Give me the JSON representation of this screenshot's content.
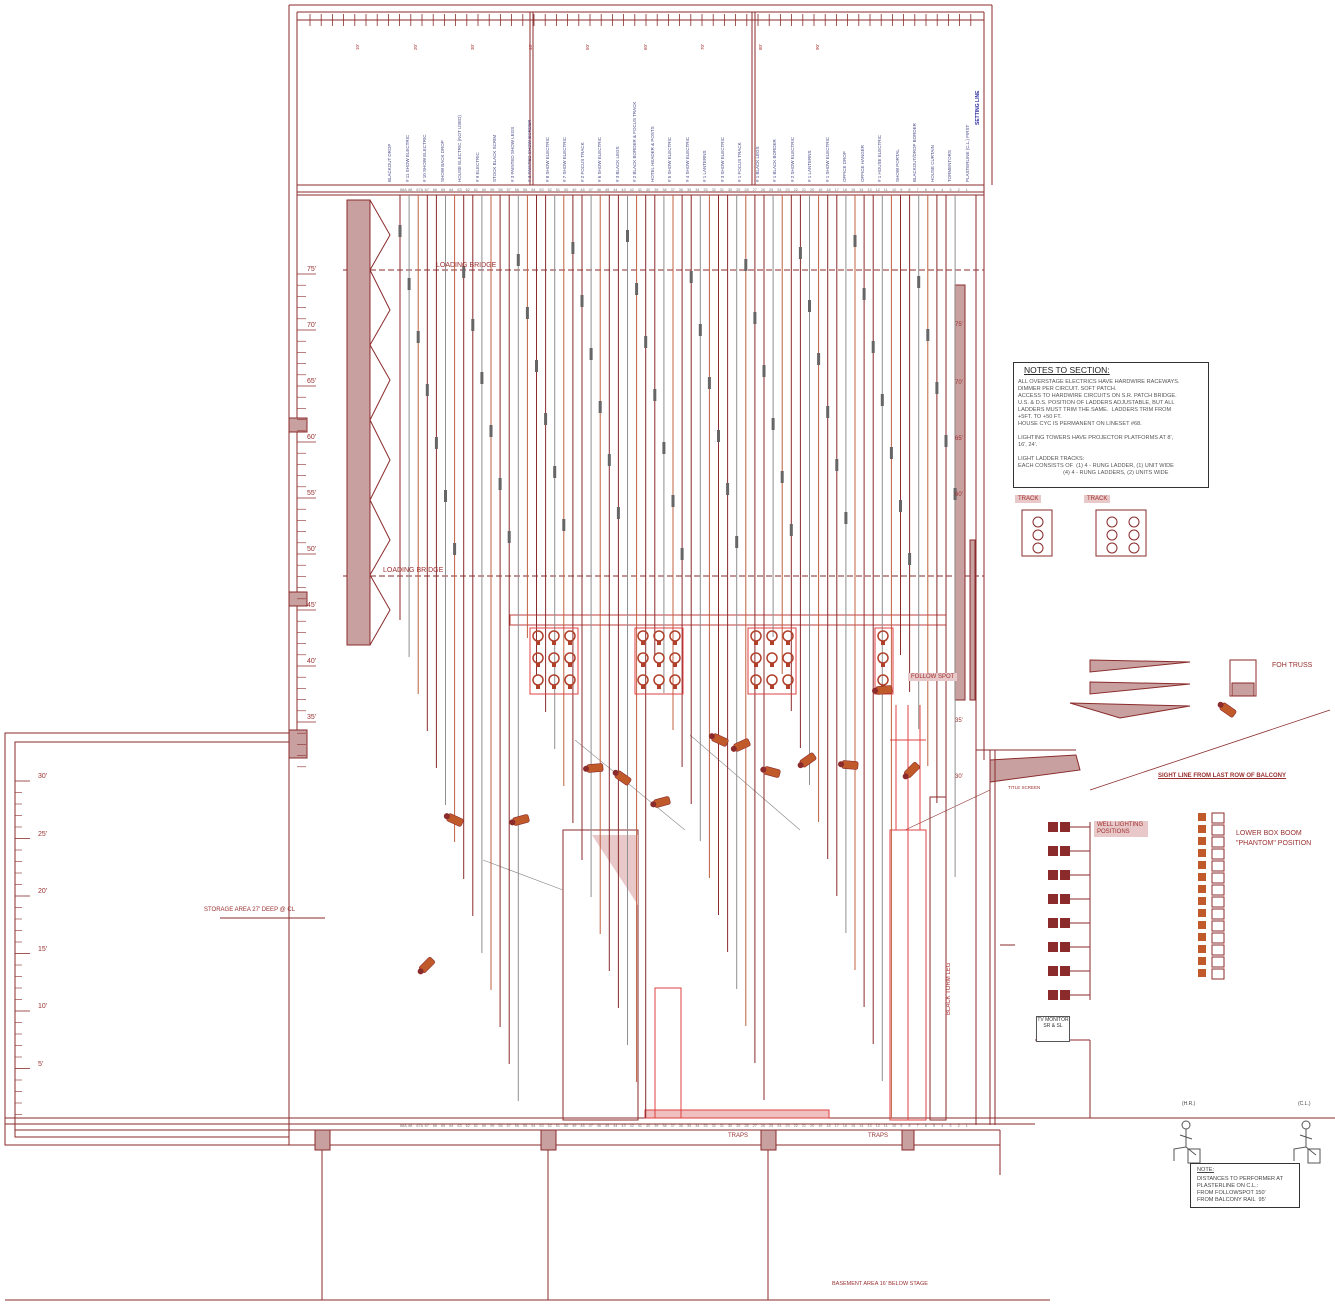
{
  "drawing": {
    "notes_title": "NOTES TO SECTION:",
    "notes_lines": [
      "ALL OVERSTAGE ELECTRICS HAVE HARDWIRE RACEWAYS.",
      "DIMMER PER CIRCUIT. SOFT PATCH.",
      "ACCESS TO HARDWIRE CIRCUITS ON S.R. PATCH BRIDGE.",
      "U.S. & D.S. POSITION OF LADDERS ADJUSTABLE, BUT ALL",
      "LADDERS MUST TRIM THE SAME.  LADDERS TRIM FROM",
      "+5FT. TO +50 FT.",
      "HOUSE CYC IS PERMANENT ON LINESET #68.",
      "",
      "LIGHTING TOWERS HAVE PROJECTOR PLATFORMS AT 8',",
      "16', 24'.",
      "",
      "LIGHT LADDER TRACKS:",
      "EACH CONSISTS OF  (1) 4 - RUNG LADDER, (1) UNIT WIDE",
      "                             (4) 4 - RUNG LADDERS, (2) UNITS WIDE"
    ],
    "track_label": "TRACK",
    "loading_bridge": "LOADING BRIDGE",
    "storage_area": "STORAGE AREA 27' DEEP @ CL",
    "basement_area": "BASEMENT AREA 16' BELOW STAGE",
    "traps": "TRAPS",
    "foh_truss": "FOH TRUSS",
    "sight_line": "SIGHT LINE FROM LAST ROW OF BALCONY",
    "well_lighting": "WELL LIGHTING POSITIONS",
    "lower_box_boom": "LOWER BOX BOOM",
    "phantom_position": "\"PHANTOM\" POSITION",
    "follow_spot": "FOLLOW SPOT",
    "title_screen": "TITLE SCREEN",
    "tv_monitor": "TV MONITOR SR & SL",
    "black_torm_leg": "BLACK TORM LEG",
    "setting_line": "SETTING LINE",
    "hr_label": "(H.R.)",
    "cl_label": "(C.L.)",
    "note_title": "NOTE:",
    "note_lines": [
      "DISTANCES TO PERFORMER AT",
      "PLASTERLINE ON C.L.:",
      "FROM FOLLOWSPOT 150'",
      "FROM BALCONY RAIL  95'"
    ],
    "height_marks": [
      "75'",
      "70'",
      "65'",
      "60'",
      "55'",
      "50'",
      "45'",
      "40'",
      "35'"
    ],
    "lower_height_marks": [
      "30'",
      "25'",
      "20'",
      "15'",
      "10'",
      "5'"
    ],
    "right_height_marks": [
      "75'",
      "70'",
      "65'",
      "60'",
      "35'",
      "30'"
    ],
    "lineset_labels": [
      "BLACKOUT DROP",
      "# 11 SHOW ELECTRIC",
      "# 10 SHOW ELECTRIC",
      "SHOW BACK DROP",
      "HOUSE ELECTRIC (NOT USED)",
      "# 9 ELECTRIC",
      "STOCK BLACK SCRIM",
      "# 3 PAINTED SHOW LEGS",
      "# 3 PAINTED SHOW BORDER",
      "# 8 SHOW ELECTRIC",
      "# 7 SHOW ELECTRIC",
      "# 2 FOCUS TRACK",
      "# 6 SHOW ELECTRIC",
      "# 3 BLACK LEGS",
      "# 2 BLACK BORDER & FOCUS TRACK",
      "HOTEL HEADER & POSTS",
      "# 5 SHOW ELECTRIC",
      "# 4 SHOW ELECTRIC",
      "# 1 LANTERNS",
      "# 3 SHOW ELECTRIC",
      "# 1 FOCUS TRACK",
      "# 1 BLACK LEGS",
      "# 1 BLACK BORDER",
      "# 2 SHOW ELECTRIC",
      "# 1 LANTERNS",
      "# 1 SHOW ELECTRIC",
      "OFFICE DROP",
      "OFFICE HANGER",
      "# 1 HOUSE ELECTRIC",
      "SHOW PORTAL",
      "BLACKOUT/DROP BORDER",
      "HOUSE CURTAIN",
      "TORMENTORS",
      "PLASTERLINE (C.L.) FIRST"
    ],
    "lineset_numbers": [
      "68A",
      "68",
      "67A",
      "67",
      "66",
      "65",
      "64",
      "63",
      "62",
      "61",
      "60",
      "59",
      "58",
      "57",
      "56",
      "55",
      "54",
      "53",
      "52",
      "51",
      "50",
      "49",
      "48",
      "47",
      "46",
      "45",
      "44",
      "43",
      "42",
      "41",
      "40",
      "39",
      "38",
      "37",
      "36",
      "35",
      "34",
      "33",
      "32",
      "31",
      "30",
      "29",
      "28",
      "27",
      "26",
      "25",
      "24",
      "23",
      "22",
      "21",
      "20",
      "19",
      "18",
      "17",
      "16",
      "15",
      "14",
      "13",
      "12",
      "11",
      "10",
      "9",
      "8",
      "7",
      "6",
      "5",
      "4",
      "3",
      "2",
      "1"
    ],
    "top_scale_marks": [
      "10'",
      "20'",
      "30'",
      "40'",
      "50'",
      "60'",
      "70'",
      "80'",
      "90'"
    ],
    "colors": {
      "line": "#8b2b2b",
      "accent": "#e04040",
      "fixture": "#b0502a",
      "pipe": "#909090",
      "label_blue": "#3a3a8a"
    }
  }
}
